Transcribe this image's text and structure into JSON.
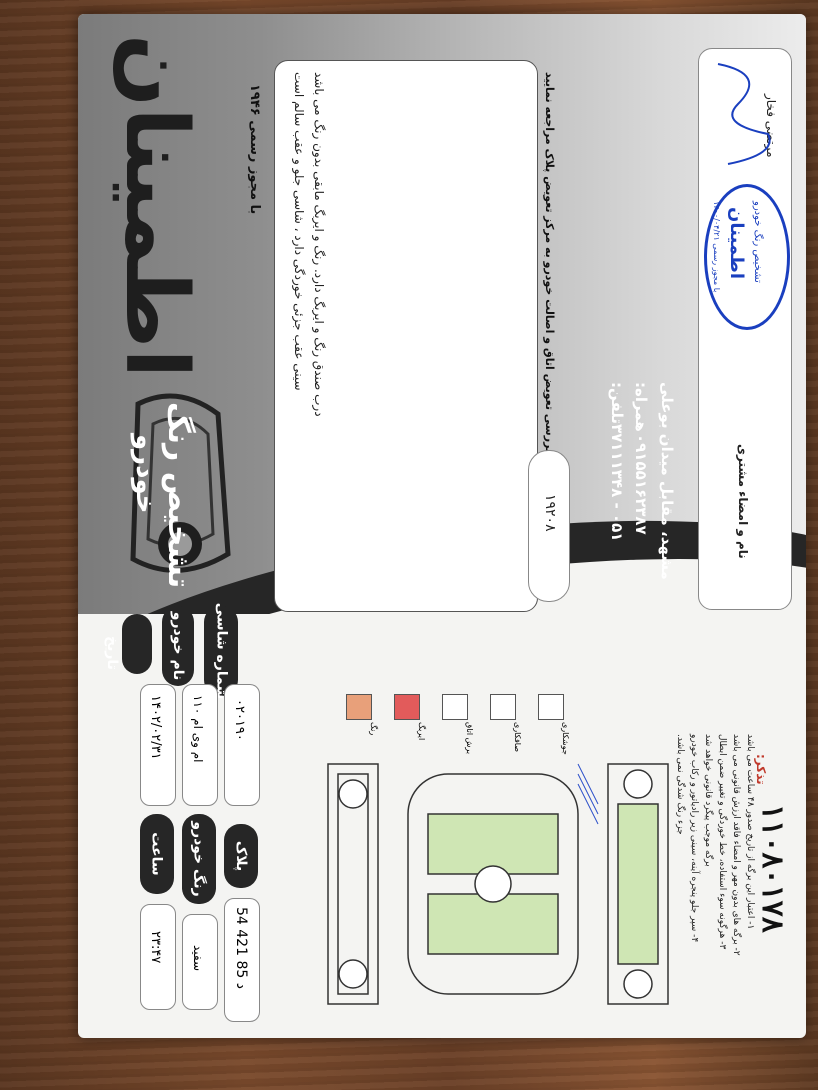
{
  "brand": {
    "title": "اطمینان",
    "subtitle_line1": "تشخیص رنگ",
    "subtitle_line2": "خودرو",
    "permit": "با مجوز رسمی ۱۹۴۶"
  },
  "report": {
    "line1": "درب صندق رنگ و ایربگ دارد. رنگ و ایربگ مابقی بدون رنگ می باشد",
    "line2": "سینی عقب جزئی خوردگی دارد ، شاسی جلو و عقب سالم است"
  },
  "contact": {
    "review_note": "جهت بررسی تعویض اتاق و اصالت خودرو به مرکز تعویض پلاک مراجعه نمایید",
    "phone_label": "تلفن:",
    "phone_value": "۰۵۱ - ۳۷۱۱۱۳۴۸",
    "mobile_label": "همراه:",
    "mobile_value": "۰۹۱۵۵۱۶۲۳۸۷",
    "address": "مشهد، مقابل میدان بوعلی",
    "serial": "۱۹۲۰۸"
  },
  "signature": {
    "approver_label": "مرتضی فخار",
    "customer_label": "نام و امضاء مشتری",
    "stamp_line1": "تشخیص رنگ خودرو",
    "stamp_brand": "اطمینان",
    "stamp_line2": "با مجوز رسمی ۱۴۰۰/۰۴/۲۱",
    "handwritten_number": "۱۱۰۸۰۱۷۸"
  },
  "fields": {
    "date_label": "تاریخ",
    "date_value": "۱۴۰۲/۰۲/۳۱",
    "car_name_label": "نام خودرو",
    "car_name_value": "ام وی ام ۱۱۰",
    "chassis_label": "شماره شاسی",
    "chassis_value": "۰۲۰۱۹۰",
    "time_label": "ساعت",
    "time_value": "۲۳:۴۷",
    "color_label": "رنگ خودرو",
    "color_value": "سفید",
    "plate_label": "پلاک",
    "plate_value": "54   421 د 85"
  },
  "legend": {
    "items": [
      "رنگ",
      "ایربگ",
      "برش اتاق",
      "صافکاری",
      "جوشکاری"
    ]
  },
  "notes": {
    "heading": "تذکر:",
    "lines": [
      "۱- اعتبار این برگه از تاریخ صدور ۴۸ ساعت می باشد",
      "۲- برگه های بدون مهر و امضاء فاقد ارزش قانونی می باشد",
      "۳- هرگونه سوء استفاده، خط خوردگی و تغییر ضمن ابطال",
      "برگه موجب پیگرد قانونی خواهد شد",
      "۴- سپر جلو پنجره آینه، سینی زیر رادیاتور و رکاب خودرو",
      "جزء رنگ شدگی نمی باشد."
    ]
  },
  "colors": {
    "stamp_blue": "#1a3fbf",
    "dark": "#262626",
    "note_red": "#c0392b"
  }
}
